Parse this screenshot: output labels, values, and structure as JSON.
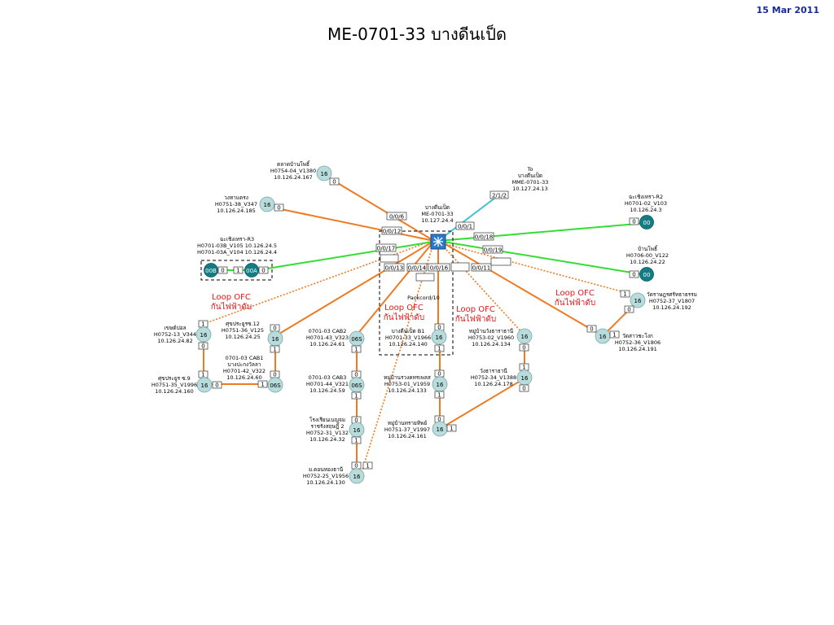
{
  "header": {
    "date": "15 Mar 2011",
    "title": "ME-0701-33 บางดีนเป็ด"
  },
  "colors": {
    "orange": "#ee7a22",
    "green": "#33dd33",
    "cyan": "#44c0cc",
    "node_light": "#b8dcdc",
    "node_dark": "#137c84",
    "red_text": "#e01818"
  },
  "core": {
    "lines": [
      "บางดีนเป็ด",
      "ME-0701-33",
      "10.127.24.4"
    ],
    "icon": "switch-icon"
  },
  "uplink": {
    "lines": [
      "To",
      "บางดีนเป็ด",
      "MME-0701-33",
      "10.127.24.13"
    ]
  },
  "ports": {
    "p0_0_6": "0/0/6",
    "p0_0_12": "0/0/12",
    "p0_0_17": "0/0/17",
    "p0_0_13": "0/0/13",
    "p0_0_14": "0/0/14",
    "p0_0_16": "0/0/16",
    "p0_0_11": "0/0/11",
    "p0_0_19": "0/0/19",
    "p0_0_18": "0/0/18",
    "p0_0_1": "0/0/1",
    "p2_1_2": "2/1/2"
  },
  "packcord": "Packcord/10",
  "loop_label": [
    "Loop OFC",
    "กันไฟฟ้าดับ"
  ],
  "nodes": {
    "talad": {
      "badge": "16",
      "lines": [
        "ตลาดบ้านโพธิ์",
        "H0754-04_V1380",
        "10.126.24.167"
      ],
      "port": "0"
    },
    "wanghakhrong": {
      "badge": "16",
      "lines": [
        "วงหาแดรง",
        "H0751-38_V347",
        "10.126.24.185"
      ],
      "port": "0"
    },
    "r3": {
      "lines": [
        "ฉะเชิงเทรา-R3",
        "H0701-03B_V105 10.126.24.5",
        "H0701-03A_V104 10.126.24.4"
      ],
      "b_badge": "00B",
      "a_badge": "00A",
      "p1": "0",
      "p2": "1",
      "p3": "0"
    },
    "r2": {
      "badge": "00",
      "lines": [
        "ฉะเชิงเทรา-R2",
        "H0701-02_V103",
        "10.126.24.3"
      ],
      "port": "0"
    },
    "banpho": {
      "badge": "00",
      "lines": [
        "บ้านโพธิ์",
        "H0706-00_V122",
        "10.126.24.22"
      ],
      "port": "0"
    },
    "wat_s": {
      "badge": "16",
      "lines": [
        "วัดราษฎรศรัทธาธรรม",
        "H0752-37_V1807",
        "10.126.24.192"
      ],
      "p1": "1",
      "p0": "0"
    },
    "wat_sao": {
      "badge": "16",
      "lines": [
        "วัดสาวชะโงก",
        "H0752-36_V1806",
        "10.126.24.191"
      ],
      "p0": "0",
      "p1": "1"
    },
    "khet": {
      "badge": "16",
      "lines": [
        "เขษต์ปอล",
        "H0752-13_V344",
        "10.126.24.82"
      ],
      "p1": "1",
      "p0": "0"
    },
    "sukprayun12": {
      "badge": "16",
      "lines": [
        "ศุขประยูรซ.12",
        "H0751-36_V125",
        "10.126.24.25"
      ],
      "p0": "0",
      "p1": "1"
    },
    "cab1": {
      "badge": "06S",
      "lines": [
        "0701-03 CAB1",
        "บางปะกงวัลลา",
        "H0701-42_V322",
        "10.126.24.60"
      ],
      "p0": "0",
      "p1": "1"
    },
    "sukprayun9": {
      "badge": "16",
      "lines": [
        "ศุขประยูร ซ.9",
        "H0751-35_V1996",
        "10.126.24.160"
      ],
      "p1": "1",
      "p0": "0"
    },
    "cab2": {
      "badge": "06S",
      "lines": [
        "0701-03 CAB2",
        "H0701-43_V323",
        "10.126.24.61"
      ],
      "p1": "1"
    },
    "cab3": {
      "badge": "06S",
      "lines": [
        "0701-03 CAB3",
        "H0701-44_V321",
        "10.126.24.59"
      ],
      "p0": "0",
      "p1": "1"
    },
    "school": {
      "badge": "16",
      "lines": [
        "โรงเรียนเบญจม",
        "ราชรังสฤษฎิ์ 2",
        "H0752-31_V132",
        "10.126.24.32"
      ],
      "p0": "0",
      "p1": "1"
    },
    "mor": {
      "badge": "16",
      "lines": [
        "ม.ดอนทองธานี",
        "H0752-25_V1956",
        "10.126.24.130"
      ],
      "p0": "0",
      "p1": "1"
    },
    "b1": {
      "badge": "16",
      "lines": [
        "บางดีนเป็ด B1",
        "H0701-33_V1966",
        "10.126.24.140"
      ],
      "p0": "0",
      "p1": "1"
    },
    "muban_s": {
      "badge": "16",
      "lines": [
        "หมู่บ้านรวงคทรเพลส",
        "H0753-01_V1959",
        "10.126.24.133"
      ],
      "p0": "0",
      "p1": "1"
    },
    "muban_t": {
      "badge": "16",
      "lines": [
        "หมู่บ้านทรายทิพย์",
        "H0751-37_V1997",
        "10.126.24.161"
      ],
      "p0": "0",
      "p1": "1"
    },
    "muban_w": {
      "badge": "16",
      "lines": [
        "หมู่บ้านวังธาราธานี",
        "H0753-02_V1960",
        "10.126.24.134"
      ],
      "p0": "0"
    },
    "wangthara": {
      "badge": "16",
      "lines": [
        "วังธาราธานี",
        "H0752-34_V1388",
        "10.126.24.178"
      ],
      "p1": "1",
      "p0": "0"
    }
  }
}
